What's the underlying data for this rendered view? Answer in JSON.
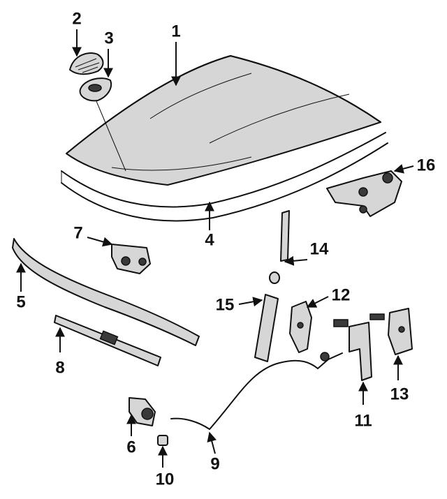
{
  "callouts": {
    "c1": "1",
    "c2": "2",
    "c3": "3",
    "c4": "4",
    "c5": "5",
    "c6": "6",
    "c7": "7",
    "c8": "8",
    "c9": "9",
    "c10": "10",
    "c11": "11",
    "c12": "12",
    "c13": "13",
    "c14": "14",
    "c15": "15",
    "c16": "16"
  },
  "colors": {
    "ink": "#111111",
    "part_fill": "#d6d6d6",
    "background": "#ffffff"
  }
}
